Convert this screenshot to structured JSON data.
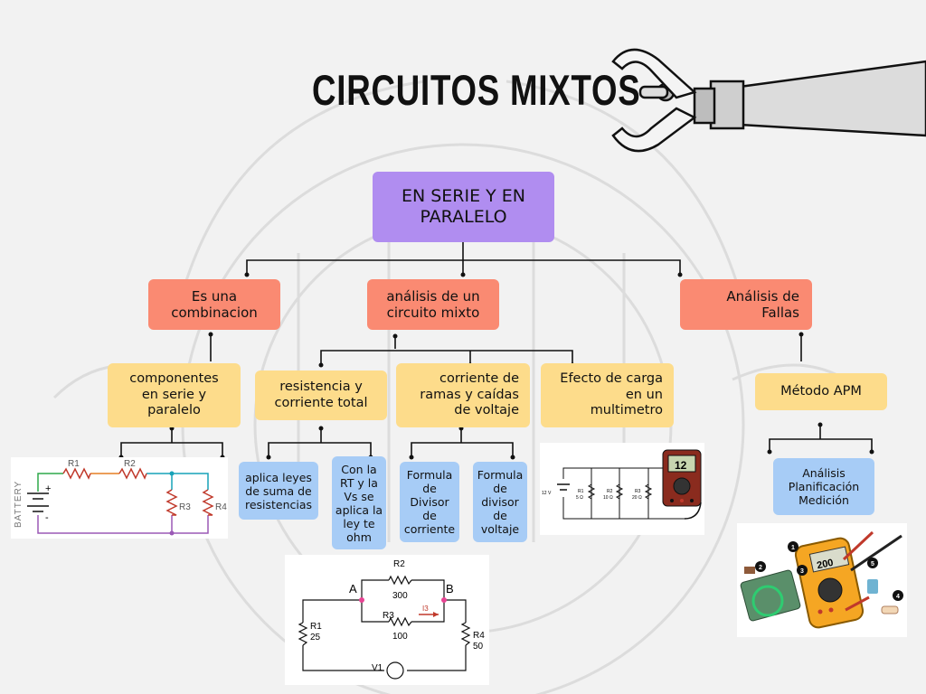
{
  "title": "CIRCUITOS MIXTOS",
  "root": "EN SERIE Y EN PARALELO",
  "branches": [
    {
      "label": "Es una combinacion"
    },
    {
      "label": "análisis de un circuito mixto"
    },
    {
      "label": "Análisis de Fallas"
    }
  ],
  "level2": [
    {
      "label": "componentes en serie y paralelo"
    },
    {
      "label": "resistencia y corriente total"
    },
    {
      "label": "corriente de ramas y caídas de voltaje"
    },
    {
      "label": "Efecto de carga en un multimetro"
    },
    {
      "label": "Método APM"
    }
  ],
  "level3": [
    {
      "label": "aplica leyes de suma de resistencias"
    },
    {
      "label": "Con la RT y la Vs se aplica la ley te ohm"
    },
    {
      "label": "Formula de Divisor de corriente"
    },
    {
      "label": "Formula de divisor de voltaje"
    },
    {
      "label": "Análisis Planificación Medición"
    }
  ],
  "circuit1": {
    "battery_label": "BATTERY",
    "plus": "+",
    "minus": "-",
    "r1": "R1",
    "r2": "R2",
    "r3": "R3",
    "r4": "R4"
  },
  "circuit2": {
    "node_a": "A",
    "node_b": "B",
    "r1": "R1",
    "r1_value": "25",
    "r2": "R2",
    "r2_value": "300",
    "r3": "R3",
    "r3_value": "100",
    "current": "I3",
    "r4": "R4",
    "r4_value": "50",
    "source": "V1"
  },
  "circuit3": {
    "source": "12 V",
    "r1": "R1",
    "r1_value": "5 Ω",
    "r2": "R2",
    "r2_value": "10 Ω",
    "r3": "R3",
    "r3_value": "20 Ω",
    "meter_reading": "12"
  },
  "multimeter_photo": {
    "display": "200",
    "callouts": [
      "1",
      "2",
      "3",
      "4",
      "5"
    ]
  },
  "colors": {
    "purple": "#b08df0",
    "orange": "#fa8a72",
    "yellow": "#fddc8b",
    "blue": "#a7ccf6"
  }
}
